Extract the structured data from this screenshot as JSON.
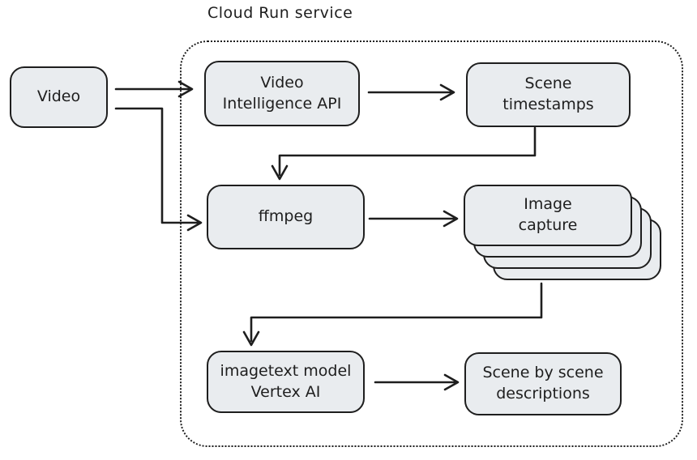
{
  "container": {
    "label": "Cloud Run service"
  },
  "nodes": {
    "video": {
      "lines": [
        "Video"
      ]
    },
    "video_intelligence_api": {
      "lines": [
        "Video",
        "Intelligence API"
      ]
    },
    "scene_timestamps": {
      "lines": [
        "Scene",
        "timestamps"
      ]
    },
    "ffmpeg": {
      "lines": [
        "ffmpeg"
      ]
    },
    "image_capture": {
      "lines": [
        "Image",
        "capture"
      ],
      "stack_count": 4
    },
    "imagetext_vertex": {
      "lines": [
        "imagetext model",
        "Vertex AI"
      ]
    },
    "scene_descriptions": {
      "lines": [
        "Scene by scene",
        "descriptions"
      ]
    }
  },
  "edges": [
    {
      "from": "video",
      "to": "video_intelligence_api"
    },
    {
      "from": "video",
      "to": "ffmpeg"
    },
    {
      "from": "video_intelligence_api",
      "to": "scene_timestamps"
    },
    {
      "from": "scene_timestamps",
      "to": "ffmpeg"
    },
    {
      "from": "ffmpeg",
      "to": "image_capture"
    },
    {
      "from": "image_capture",
      "to": "imagetext_vertex"
    },
    {
      "from": "imagetext_vertex",
      "to": "scene_descriptions"
    }
  ],
  "colors": {
    "node_fill": "#e9ecef",
    "stroke": "#1e1e1e",
    "canvas": "#ffffff"
  }
}
